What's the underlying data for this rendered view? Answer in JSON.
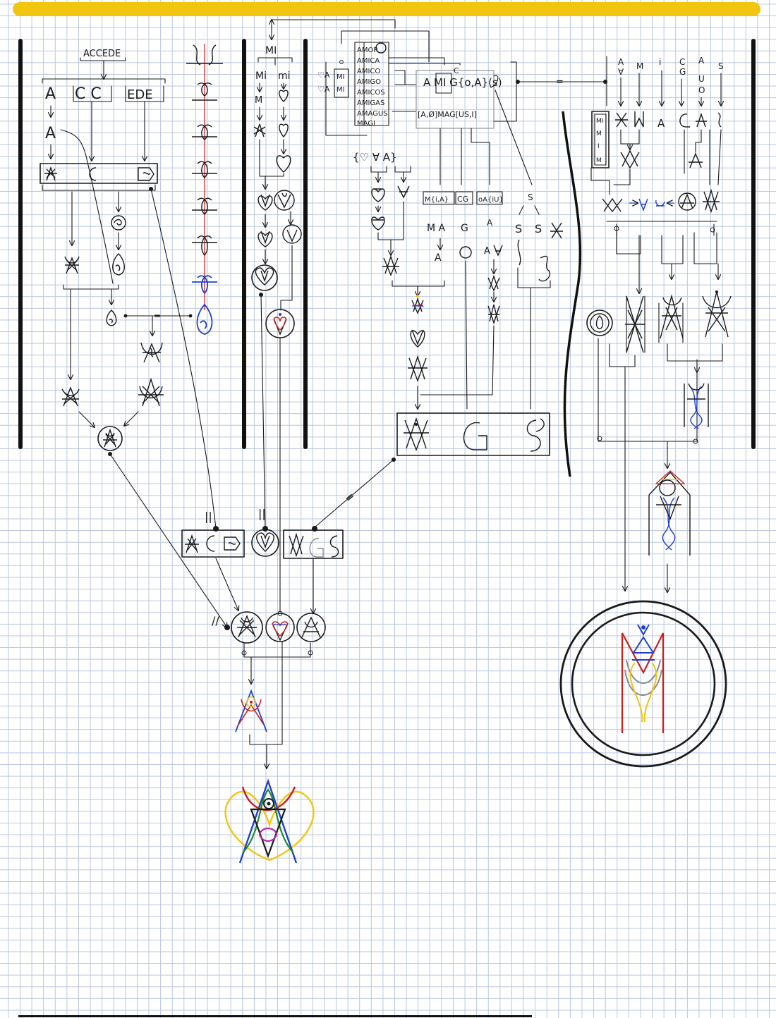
{
  "colors": {
    "banner": "#f2c511",
    "ink": "#1a1a1a",
    "blue": "#1f3fd6",
    "red": "#c8201e",
    "yellow": "#f2c511",
    "green": "#1f8a2e",
    "magenta": "#b02aa8",
    "gray": "#8a8a8a"
  },
  "left_panel": {
    "top_word": "ACCEDE",
    "parts": [
      "A",
      "C C",
      "EDE"
    ]
  },
  "mid_panel": {
    "top_word": "MI",
    "split": [
      "Mi",
      "mi"
    ]
  },
  "amigo_panel": {
    "words": [
      "AMOR",
      "AMICA",
      "AMICO",
      "AMIGO",
      "AMICOS",
      "AMIGAS",
      "AMAGUS",
      "MAGI"
    ],
    "side_left": [
      "♡A",
      "♡A"
    ],
    "side_mid": [
      "MI",
      "MI"
    ],
    "core_top": "A MI G{o,A}(s)",
    "core_top_c": "C",
    "core_bottom": "[A,Ø]MAG[US,I]",
    "brace_set": "{♡ ∀ A}",
    "branch_1": "M{i,A}",
    "branch_2": "CG",
    "branch_3": "oA{iU}",
    "branch_4": "S"
  },
  "right_panel": {
    "letters": [
      "A",
      "M",
      "i",
      "G",
      "A",
      "S"
    ],
    "letters_sub": [
      "∀",
      "",
      "",
      "C",
      "U",
      "O"
    ],
    "box_text": [
      "MI",
      "M",
      "I",
      "M"
    ]
  },
  "center_row": {
    "equals": "||"
  }
}
